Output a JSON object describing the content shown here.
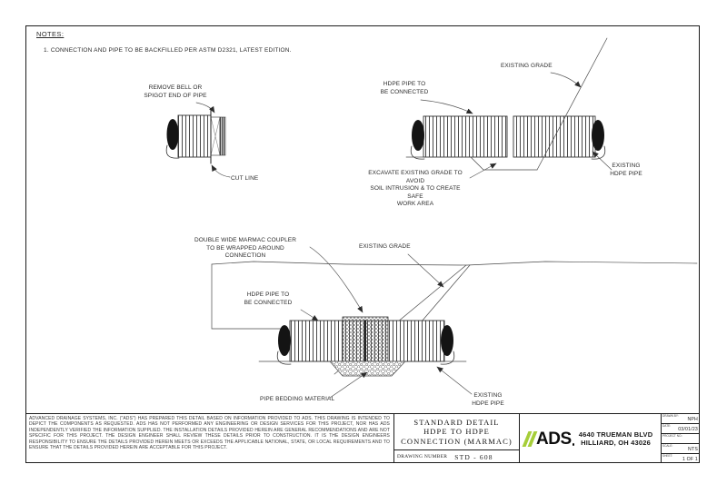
{
  "notes": {
    "heading": "NOTES:",
    "items": [
      "1. CONNECTION AND PIPE TO BE BACKFILLED PER ASTM D2321,  LATEST EDITION."
    ]
  },
  "labels": {
    "remove_bell": "REMOVE BELL OR\nSPIGOT END OF PIPE",
    "cut_line": "CUT LINE",
    "existing_grade_top": "EXISTING GRADE",
    "hdpe_to_connect_top": "HDPE PIPE TO\nBE CONNECTED",
    "excavate": "EXCAVATE EXISTING GRADE TO AVOID\nSOIL INTRUSION & TO CREATE SAFE\nWORK AREA",
    "existing_hdpe_top": "EXISTING\nHDPE PIPE",
    "marmac_coupler": "DOUBLE WIDE MARMAC COUPLER\nTO BE WRAPPED AROUND\nCONNECTION",
    "existing_grade_mid": "EXISTING GRADE",
    "hdpe_to_connect_mid": "HDPE PIPE TO\nBE CONNECTED",
    "pipe_bedding": "PIPE BEDDING MATERIAL",
    "existing_hdpe_mid": "EXISTING\nHDPE PIPE"
  },
  "title_block": {
    "disclaimer": "ADVANCED DRAINAGE SYSTEMS, INC. (\"ADS\") HAS PREPARED THIS DETAIL BASED ON INFORMATION PROVIDED TO ADS.  THIS DRAWING IS INTENDED TO DEPICT THE COMPONENTS AS REQUESTED.  ADS HAS NOT PERFORMED ANY ENGINEERING OR DESIGN SERVICES FOR THIS PROJECT, NOR HAS ADS INDEPENDENTLY VERIFIED THE INFORMATION SUPPLIED.  THE INSTALLATION DETAILS PROVIDED HEREIN ARE GENERAL RECOMMENDATIONS AND ARE NOT SPECIFIC FOR THIS PROJECT.  THE DESIGN ENGINEER SHALL REVIEW THESE DETAILS PRIOR TO CONSTRUCTION.  IT IS THE DESIGN ENGINEERS RESPONSIBILITY TO ENSURE THE DETAILS PROVIDED HEREIN MEETS OR EXCEEDS THE APPLICABLE NATIONAL, STATE, OR LOCAL REQUIREMENTS AND TO ENSURE THAT THE DETAILS PROVIDED HEREIN ARE ACCEPTABLE FOR THIS PROJECT.",
    "title_line1": "STANDARD DETAIL",
    "title_line2": "HDPE TO HDPE",
    "title_line3": "CONNECTION (MARMAC)",
    "drawing_number_label": "DRAWING NUMBER",
    "drawing_number": "STD - 608",
    "company": {
      "logo_text": "ADS",
      "address_line1": "4640 TRUEMAN BLVD",
      "address_line2": "HILLIARD, OH  43026"
    },
    "info_rows": [
      {
        "label": "DRAWN BY:",
        "value": "NPH"
      },
      {
        "label": "DATE:",
        "value": "03/01/23"
      },
      {
        "label": "PROJECT NO.:",
        "value": ""
      },
      {
        "label": "SCALE:",
        "value": "NTS"
      },
      {
        "label": "SHEET:",
        "value": "1 OF 1"
      }
    ]
  },
  "colors": {
    "ads_green": "#A6CE39",
    "line_color": "#2b2b2b"
  }
}
